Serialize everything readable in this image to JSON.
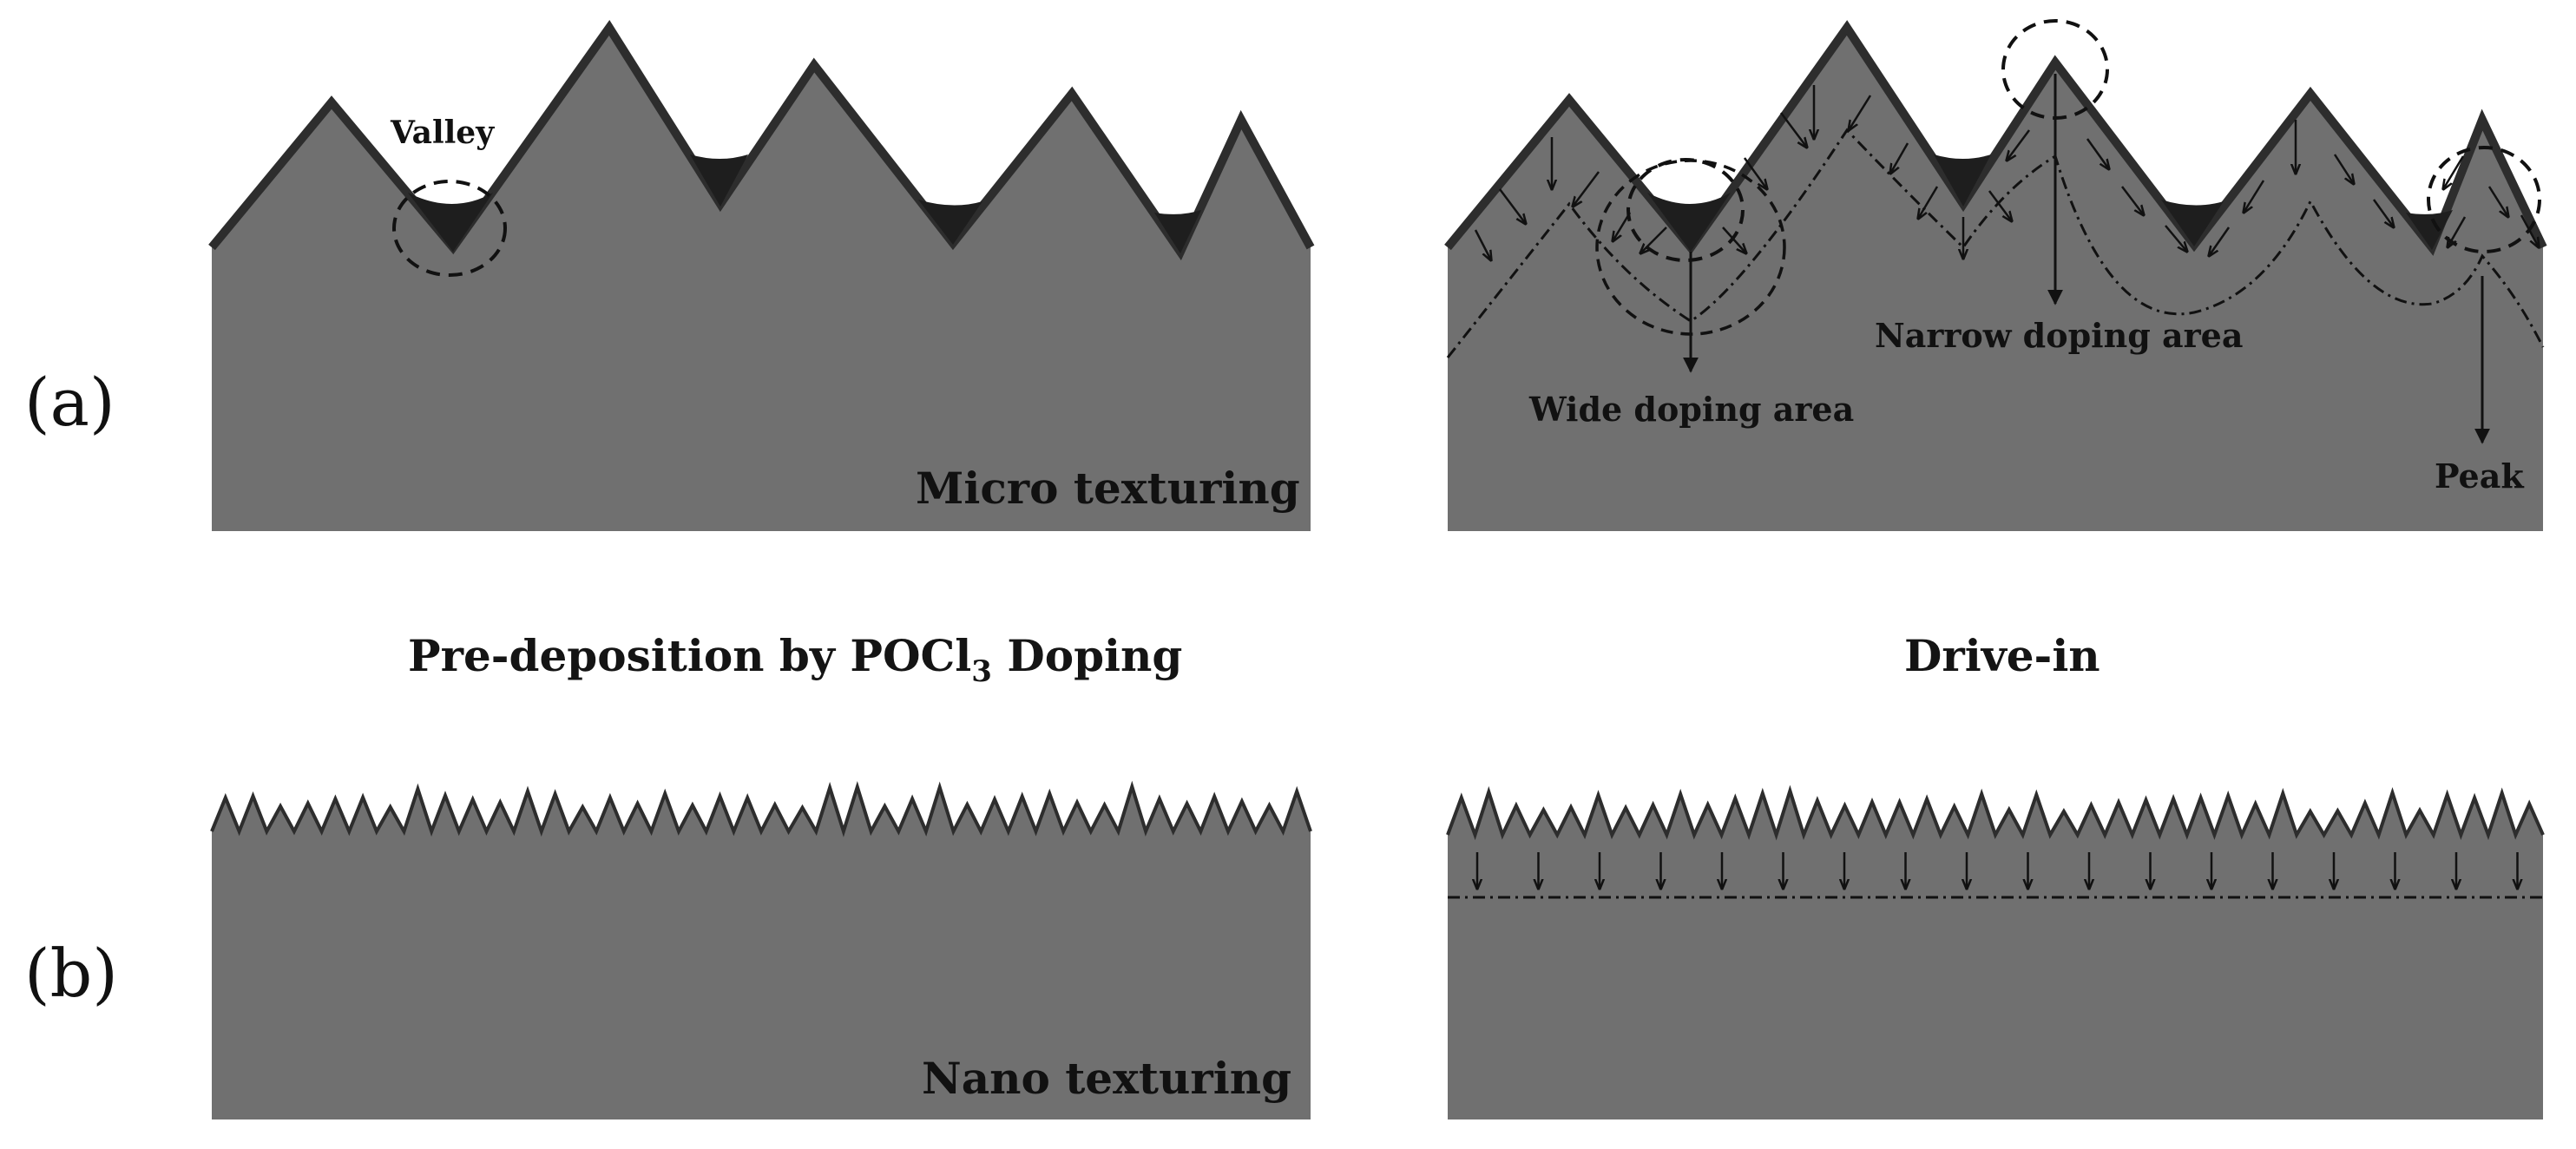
{
  "labels": {
    "panel_a": "(a)",
    "panel_b": "(b)",
    "micro_texturing": "Micro texturing",
    "nano_texturing": "Nano texturing",
    "valley": "Valley",
    "wide_doping_area": "Wide  doping area",
    "narrow_doping_area": "Narrow  doping area",
    "peak": "Peak",
    "pre_deposition_prefix": "Pre-deposition by POCl",
    "pre_deposition_subscript": "3",
    "pre_deposition_suffix": " Doping",
    "drive_in": "Drive-in"
  },
  "colors": {
    "substrate": "#707070",
    "edge": "#2d2d2d",
    "doping_layer": "#1e1e1e",
    "ink": "#111111"
  }
}
